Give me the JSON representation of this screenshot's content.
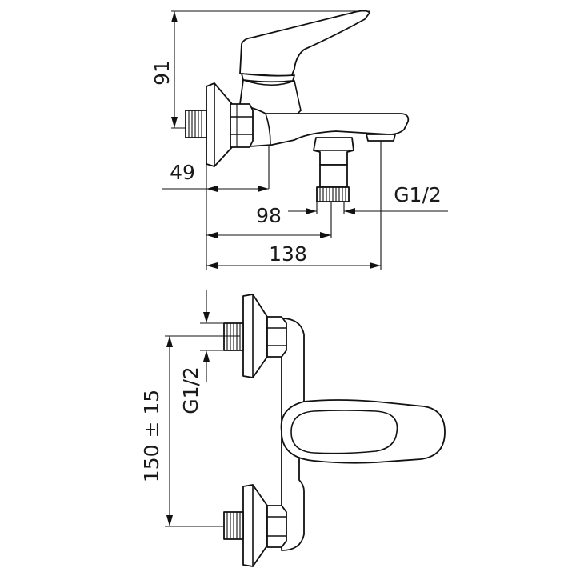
{
  "dimensions": {
    "height_top": "91",
    "wall_offset": "49",
    "spout_axis": "98",
    "spout_reach": "138",
    "outlet_thread": "G1/2",
    "inlet_thread": "G1/2",
    "inlet_spacing": "150 ± 15"
  }
}
